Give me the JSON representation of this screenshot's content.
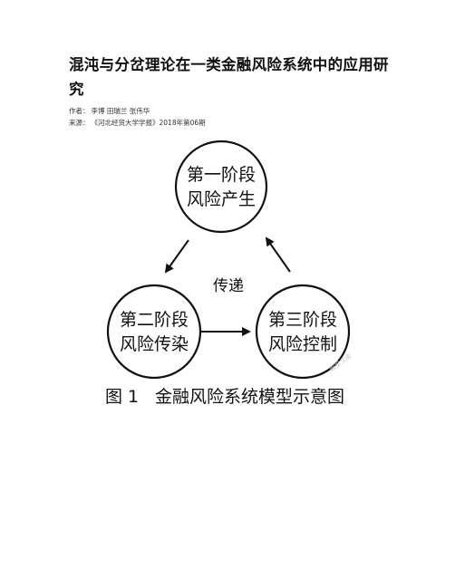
{
  "article": {
    "title": "混沌与分岔理论在一类金融风险系统中的应用研究",
    "author_label": "作者：",
    "authors": "李博 田瑞兰 张伟华",
    "source_label": "来源：",
    "source": "《河北经贸大学学报》2018年第06期"
  },
  "figure": {
    "nodes": [
      {
        "id": "stage1",
        "line1": "第一阶段",
        "line2": "风险产生"
      },
      {
        "id": "stage2",
        "line1": "第二阶段",
        "line2": "风险传染"
      },
      {
        "id": "stage3",
        "line1": "第三阶段",
        "line2": "风险控制"
      }
    ],
    "center_label": "传递",
    "caption_number": "图 1",
    "caption_text": "金融风险系统模型示意图",
    "watermark": "超星文库"
  }
}
